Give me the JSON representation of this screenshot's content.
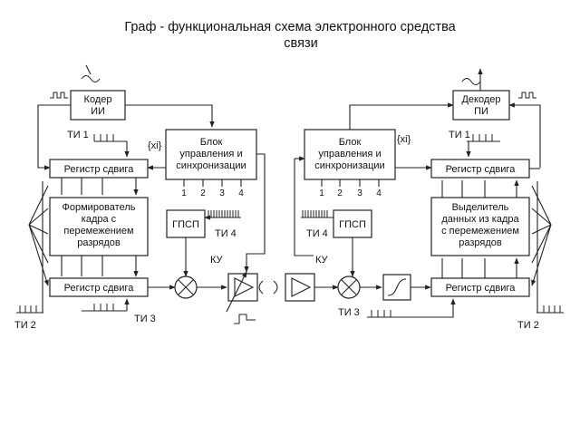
{
  "title": {
    "line1": "Граф - функциональная схема электронного средства",
    "line2": "связи"
  },
  "transmitter": {
    "encoder": [
      "Кодер",
      "ИИ"
    ],
    "ti1": "ТИ 1",
    "xi": "{xi}",
    "control": [
      "Блок",
      "управления и",
      "синхронизации"
    ],
    "outputs": [
      "1",
      "2",
      "3",
      "4"
    ],
    "shift_register_top": "Регистр сдвига",
    "former": [
      "Формирователь",
      "кадра с",
      "перемежением",
      "разрядов"
    ],
    "gpsp": "ГПСП",
    "ti4": "ТИ 4",
    "ku": "КУ",
    "shift_register_bottom": "Регистр сдвига",
    "ti2": "ТИ 2",
    "ti3": "ТИ 3"
  },
  "receiver": {
    "decoder": [
      "Декодер",
      "ПИ"
    ],
    "ti1": "ТИ 1",
    "xi": "{xi}",
    "control": [
      "Блок",
      "управления и",
      "синхронизации"
    ],
    "outputs": [
      "1",
      "2",
      "3",
      "4"
    ],
    "shift_register_top": "Регистр сдвига",
    "extractor": [
      "Выделитель",
      "данных из кадра",
      "с перемежением",
      "разрядов"
    ],
    "gpsp": "ГПСП",
    "ti4": "ТИ 4",
    "ku": "КУ",
    "shift_register_bottom": "Регистр сдвига",
    "ti2": "ТИ 2",
    "ti3": "ТИ 3"
  }
}
